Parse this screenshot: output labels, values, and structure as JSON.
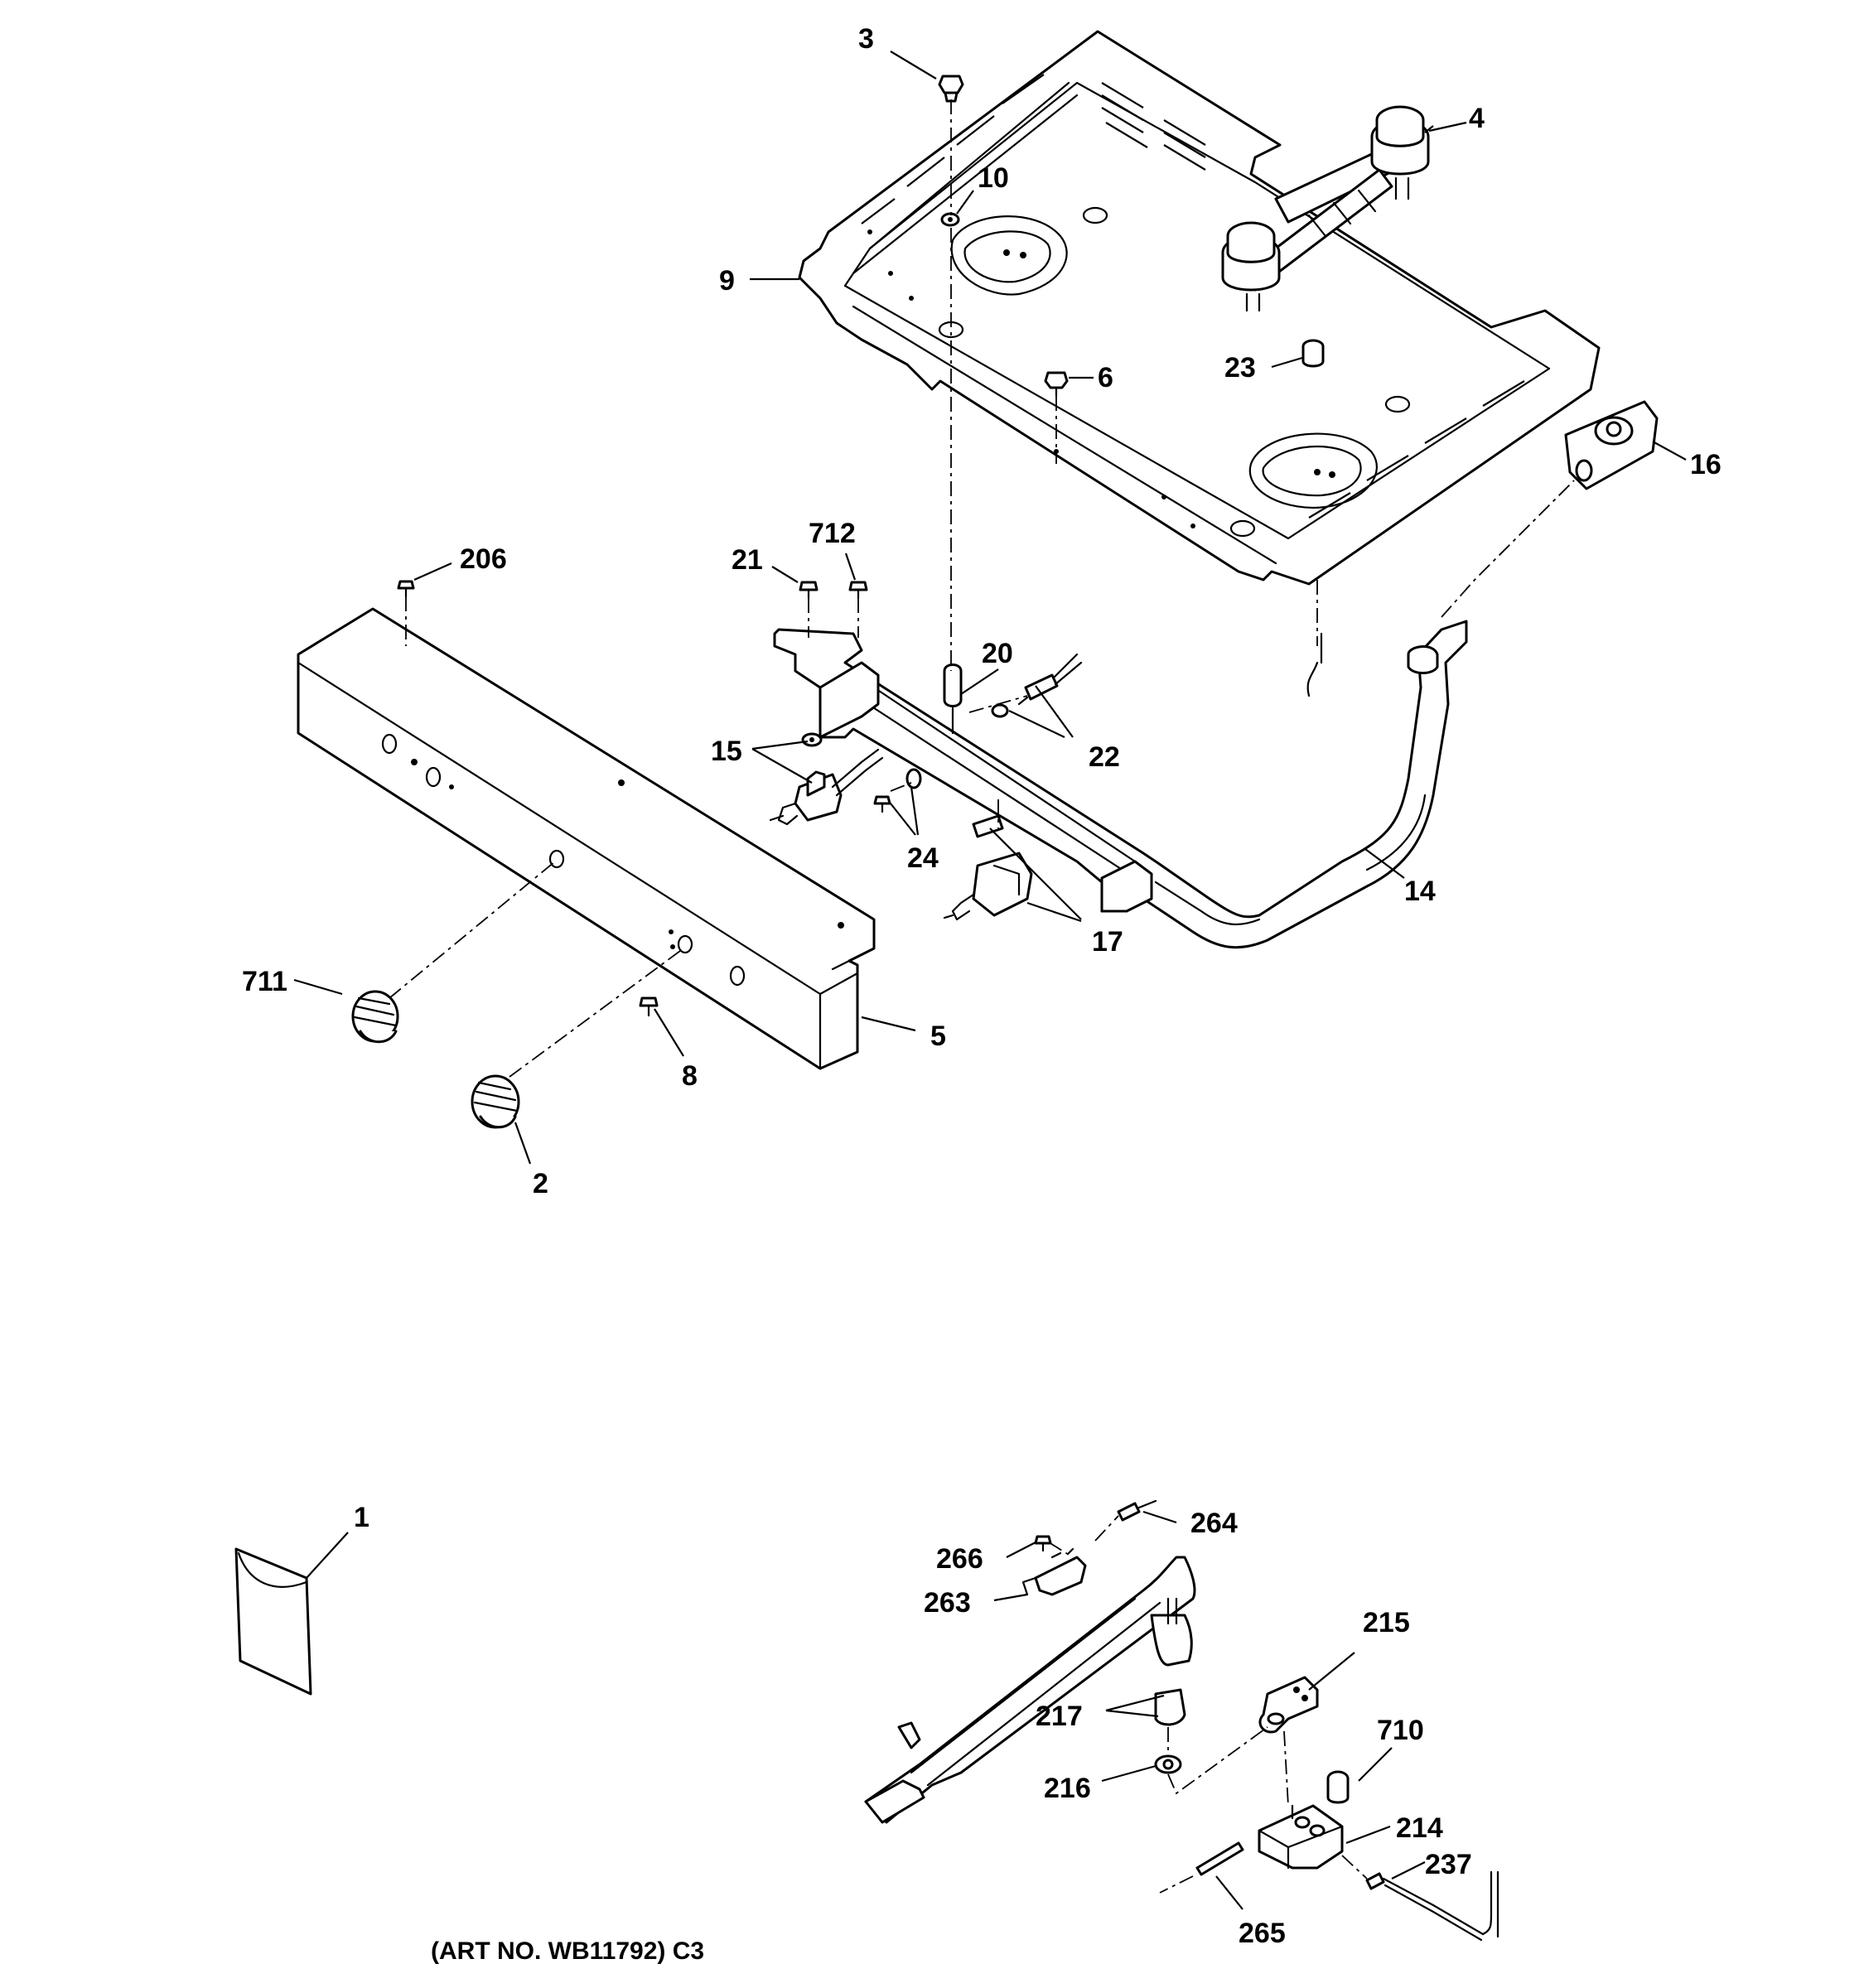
{
  "art_number": "(ART NO. WB11792) C3",
  "callouts": {
    "c1": "1",
    "c2": "2",
    "c3": "3",
    "c4": "4",
    "c5": "5",
    "c6": "6",
    "c8": "8",
    "c9": "9",
    "c10": "10",
    "c14": "14",
    "c15": "15",
    "c16": "16",
    "c17": "17",
    "c20": "20",
    "c21": "21",
    "c22": "22",
    "c23": "23",
    "c24": "24",
    "c206": "206",
    "c214": "214",
    "c215": "215",
    "c216": "216",
    "c217": "217",
    "c237": "237",
    "c263": "263",
    "c264": "264",
    "c265": "265",
    "c266": "266",
    "c710": "710",
    "c711": "711",
    "c712": "712"
  }
}
